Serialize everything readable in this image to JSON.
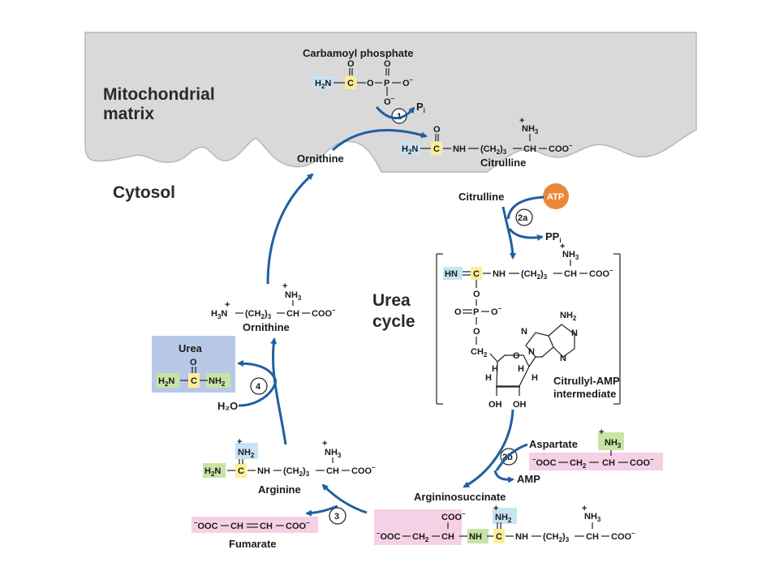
{
  "regions": {
    "matrix": "Mitochondrial\nmatrix",
    "cytosol": "Cytosol",
    "cycle": "Urea\ncycle"
  },
  "compounds": {
    "carbamoyl_phosphate": "Carbamoyl phosphate",
    "ornithine_matrix": "Ornithine",
    "citrulline_matrix": "Citrulline",
    "citrulline_cytosol": "Citrulline",
    "citrullyl_amp": "Citrullyl-AMP\nintermediate",
    "aspartate": "Aspartate",
    "argininosuccinate": "Argininosuccinate",
    "arginine": "Arginine",
    "fumarate": "Fumarate",
    "urea": "Urea",
    "ornithine_cytosol": "Ornithine"
  },
  "cofactors": {
    "pi": "P",
    "pi_sub": "i",
    "atp": "ATP",
    "ppi": "PP",
    "ppi_sub": "i",
    "amp": "AMP",
    "h2o": "H₂O"
  },
  "steps": [
    "1",
    "2a",
    "2b",
    "3",
    "4"
  ],
  "colors": {
    "membrane": "#d9d9da",
    "arrow": "#1f5fa0",
    "atp": "#e8893a",
    "urea_box": "#b7c9e6",
    "amino_highlight": "#c7e4f4",
    "carbon_highlight": "#fbee9a",
    "nitrogen_highlight": "#c9e3a5",
    "aspartate_highlight": "#f6d0e4"
  }
}
